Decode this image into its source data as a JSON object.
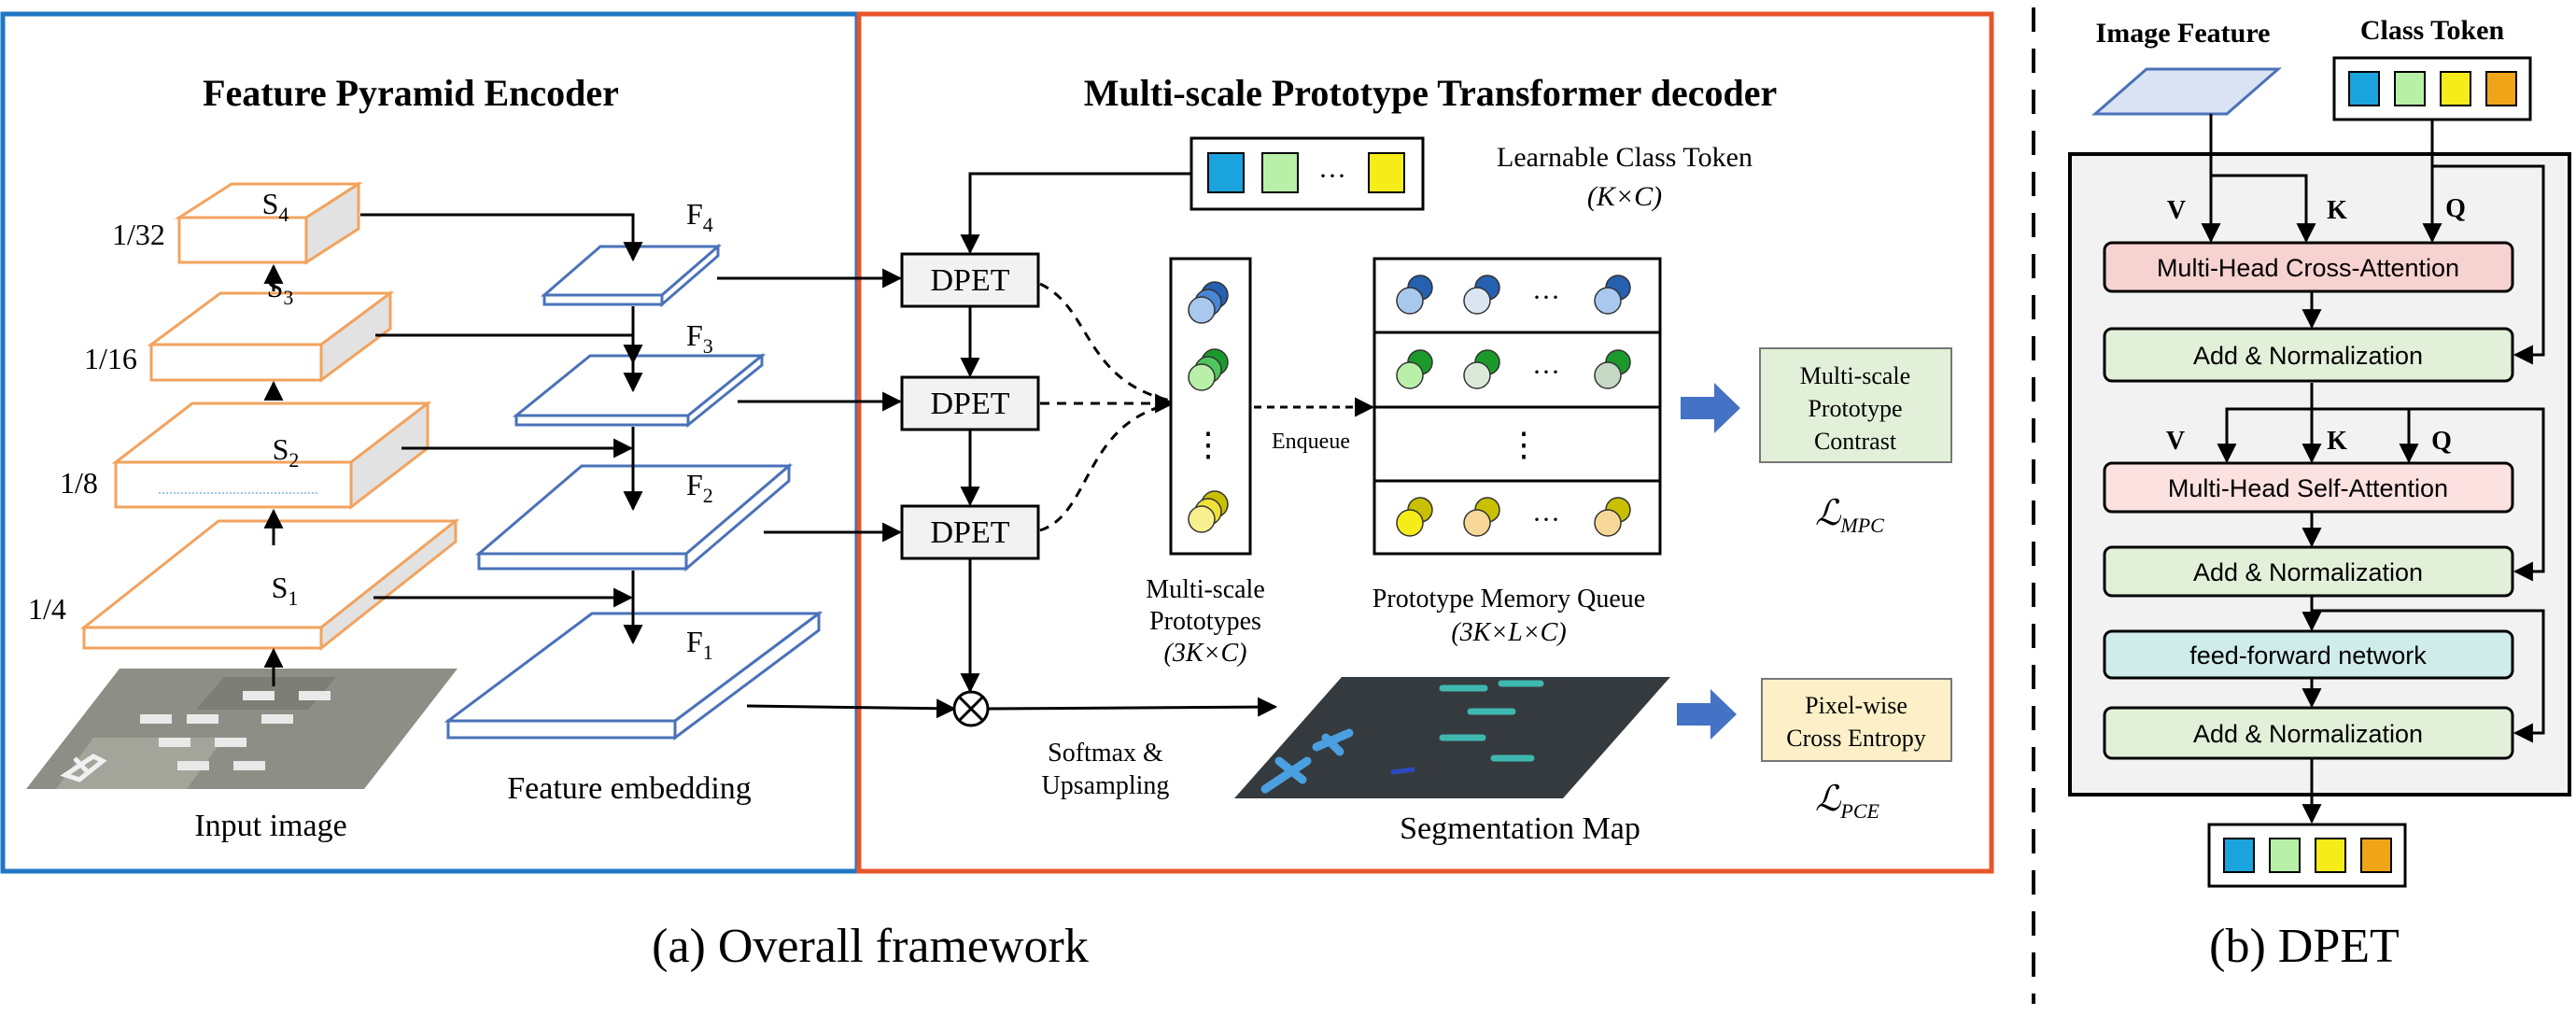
{
  "panel_a": {
    "encoder": {
      "title": "Feature Pyramid Encoder",
      "stages": [
        {
          "name": "S",
          "sub": "4",
          "scale": "1/32"
        },
        {
          "name": "S",
          "sub": "3",
          "scale": "1/16"
        },
        {
          "name": "S",
          "sub": "2",
          "scale": "1/8"
        },
        {
          "name": "S",
          "sub": "1",
          "scale": "1/4"
        }
      ],
      "features": [
        {
          "name": "F",
          "sub": "4"
        },
        {
          "name": "F",
          "sub": "3"
        },
        {
          "name": "F",
          "sub": "2"
        },
        {
          "name": "F",
          "sub": "1"
        }
      ],
      "input_label": "Input image",
      "embedding_label": "Feature embedding"
    },
    "decoder": {
      "title": "Multi-scale Prototype Transformer decoder",
      "dpet_label": "DPET",
      "token_label": "Learnable Class Token",
      "token_dims": "(K×C)",
      "ellipsis": "···",
      "vdots": "⋮",
      "prototypes_label_1": "Multi-scale",
      "prototypes_label_2": "Prototypes",
      "prototypes_dims": "(3K×C)",
      "enqueue_label": "Enqueue",
      "queue_label": "Prototype Memory Queue",
      "queue_dims": "(3K×L×C)",
      "softmax_label_1": "Softmax &",
      "softmax_label_2": "Upsampling",
      "segmap_label": "Segmentation Map",
      "mpc_box": [
        "Multi-scale",
        "Prototype",
        "Contrast"
      ],
      "mpc_loss": {
        "symbol": "ℒ",
        "sub": "MPC"
      },
      "pce_box": [
        "Pixel-wise",
        "Cross Entropy"
      ],
      "pce_loss": {
        "symbol": "ℒ",
        "sub": "PCE"
      }
    },
    "caption": "(a) Overall framework"
  },
  "panel_b": {
    "image_feature": "Image Feature",
    "class_token": "Class Token",
    "v": "V",
    "k": "K",
    "q": "Q",
    "cross_attention": "Multi-Head Cross-Attention",
    "add_norm": "Add & Normalization",
    "self_attention": "Multi-Head Self-Attention",
    "ffn": "feed-forward network",
    "caption": "(b) DPET"
  },
  "colors": {
    "encoder_border": "#1f77c4",
    "decoder_border": "#e8542a",
    "stage_orange": "#f2a35e",
    "feature_blue": "#4a72b8",
    "token_cyan": "#1aa3dd",
    "token_green": "#b8f0a8",
    "token_yellow": "#f5ec1a",
    "token_orange": "#f0a418",
    "cross_attn_fill": "#f6d2d0",
    "self_attn_fill": "#fbe1e0",
    "add_norm_fill": "#e3f0d9",
    "ffn_fill": "#cfeceb",
    "mpc_fill": "#e3f0d9",
    "pce_fill": "#fdf0c8",
    "arrow_blue": "#4472c4"
  }
}
